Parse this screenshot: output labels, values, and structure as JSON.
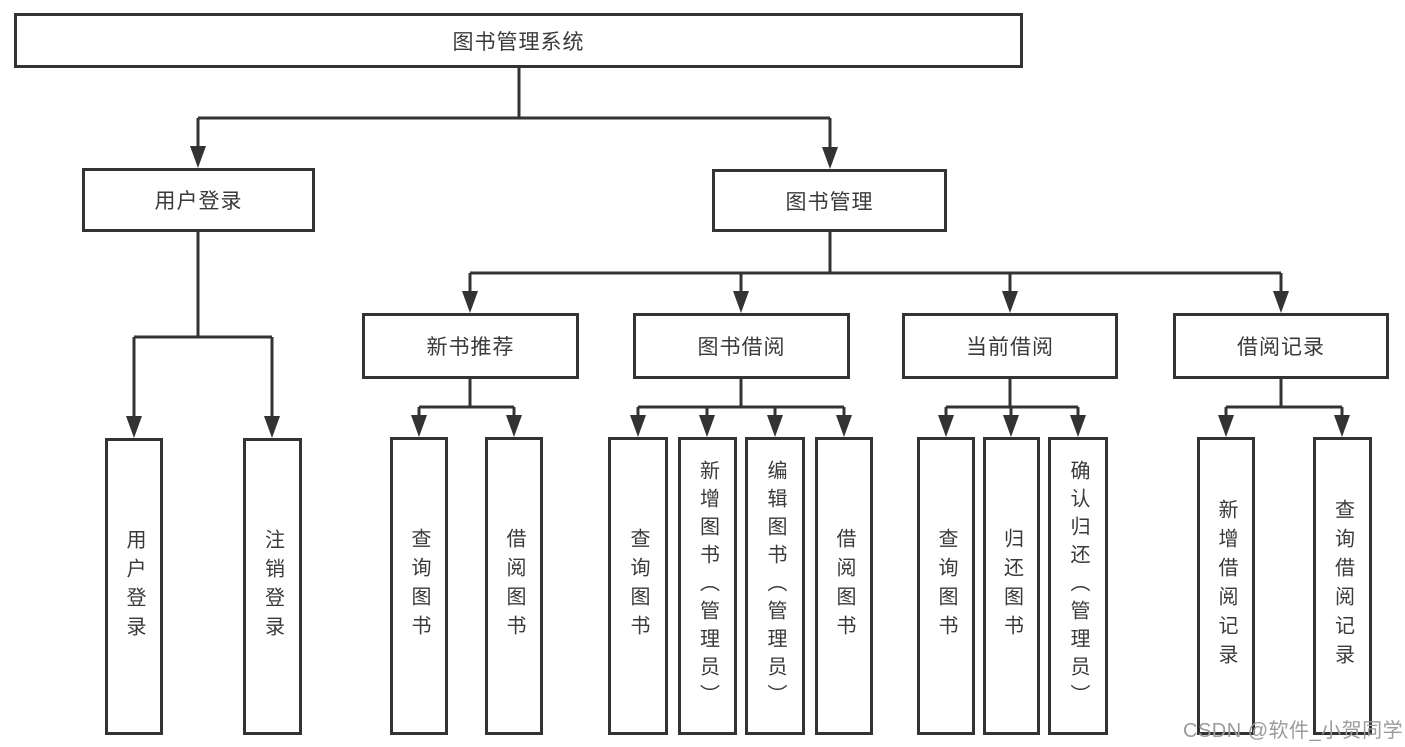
{
  "diagram": {
    "root": "图书管理系统",
    "level2": {
      "user_login": "用户登录",
      "book_management": "图书管理"
    },
    "level3": {
      "new_book_recommend": "新书推荐",
      "book_borrowing": "图书借阅",
      "current_borrowing": "当前借阅",
      "borrowing_records": "借阅记录"
    },
    "leaves": {
      "user_login": "用户登录",
      "logout": "注销登录",
      "recommend_query_books": "查询图书",
      "recommend_borrow_books": "借阅图书",
      "borrow_query_books": "查询图书",
      "borrow_add_books": "新增图书（管理员）",
      "borrow_edit_books": "编辑图书（管理员）",
      "borrow_borrow_books": "借阅图书",
      "current_query_books": "查询图书",
      "current_return_books": "归还图书",
      "current_confirm_return": "确认归还（管理员）",
      "record_add": "新增借阅记录",
      "record_query": "查询借阅记录"
    }
  },
  "watermark": "CSDN @软件_小贺同学",
  "colors": {
    "line": "#333333",
    "text": "#3a3a3a",
    "watermark": "#9b9b9b",
    "background": "#ffffff"
  }
}
